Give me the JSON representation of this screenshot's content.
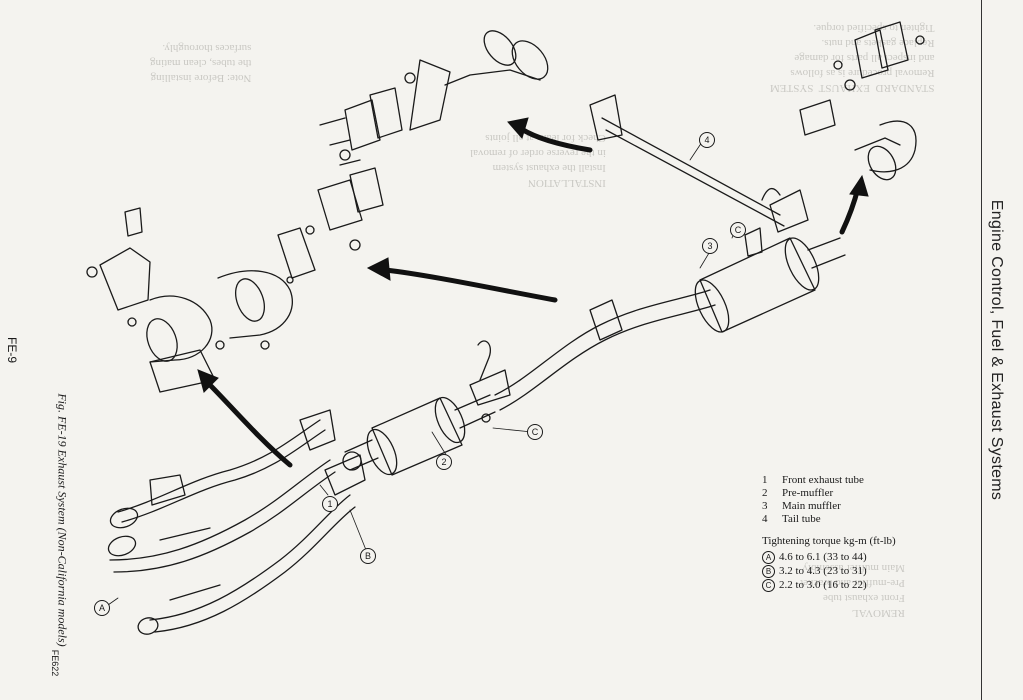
{
  "page": {
    "section_title": "Engine Control, Fuel & Exhaust Systems",
    "page_number": "FE-9",
    "figure_caption": "Fig. FE-19 Exhaust System (Non-California models)",
    "figure_code": "FE622"
  },
  "legend": {
    "parts": [
      {
        "num": "1",
        "name": "Front exhaust tube"
      },
      {
        "num": "2",
        "name": "Pre-muffler"
      },
      {
        "num": "3",
        "name": "Main muffler"
      },
      {
        "num": "4",
        "name": "Tail tube"
      }
    ],
    "torque_heading": "Tightening torque kg-m (ft-lb)",
    "torques": [
      {
        "letter": "A",
        "value": "4.6 to 6.1 (33 to 44)"
      },
      {
        "letter": "B",
        "value": "3.2 to 4.3 (23 to 31)"
      },
      {
        "letter": "C",
        "value": "2.2 to 3.0 (16 to 22)"
      }
    ]
  },
  "callouts": {
    "n1": "1",
    "n2": "2",
    "n3": "3",
    "n4": "4",
    "a": "A",
    "b": "B",
    "c1": "C",
    "c2": "C"
  },
  "colors": {
    "ink": "#1a1a1a",
    "paper": "#f4f3ef",
    "bleed": "#c9c8c3"
  }
}
